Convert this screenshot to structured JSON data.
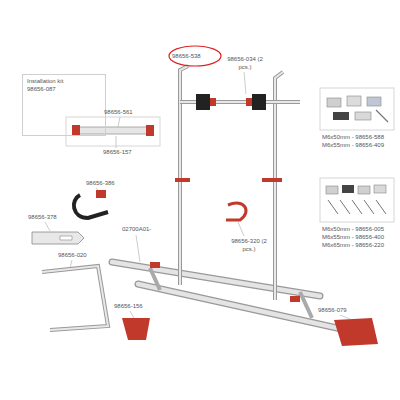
{
  "diagram": {
    "nodes": [
      {
        "text": [
          "Installation kit 98656-087"
        ]
      }
    ],
    "labels": [
      "98656-538",
      "98656-034 (2 pcs.)",
      "98656-561",
      "98656-157",
      "M6x50mm - 98656-588",
      "M6x55mm - 98656-409",
      "98656-378",
      "98656-386",
      "02700A01-",
      "98656-320 (2 pcs.)",
      "M6x50mm - 98656-005",
      "M6x55mm - 98656-400",
      "M6x65mm - 98656-220",
      "98656-020",
      "98656-156",
      "98656-079"
    ]
  }
}
